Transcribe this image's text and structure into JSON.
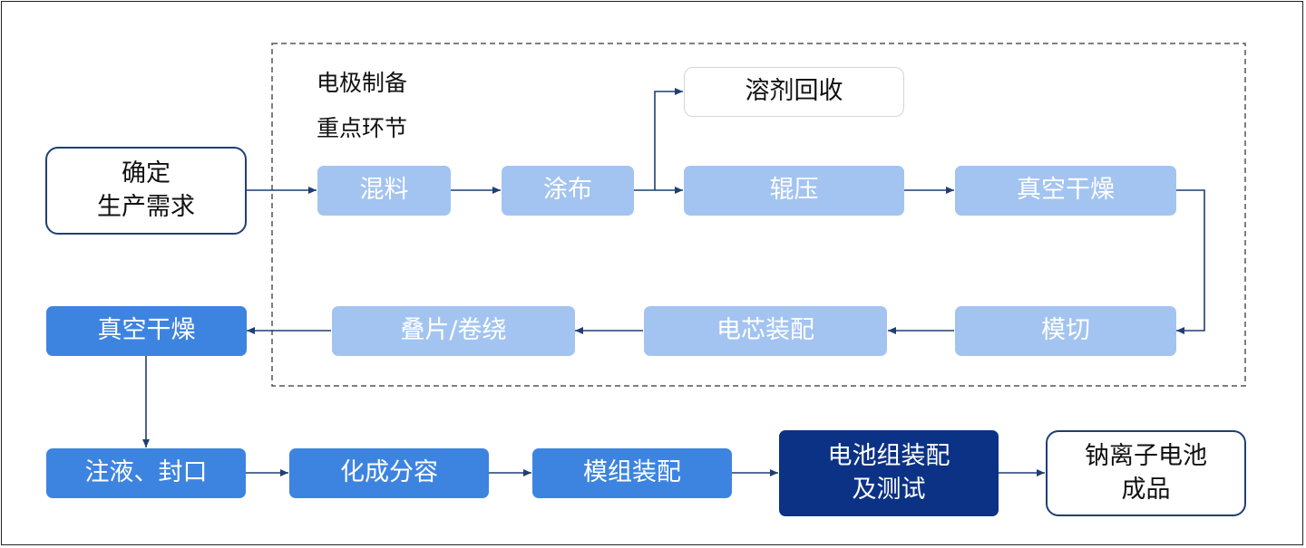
{
  "region": {
    "line1": "电极制备",
    "line2": "重点环节"
  },
  "nodes": {
    "determine_demand": {
      "line1": "确定",
      "line2": "生产需求"
    },
    "mixing": "混料",
    "coating": "涂布",
    "solvent_recovery": "溶剂回收",
    "rolling": "辊压",
    "vacuum_drying_1": "真空干燥",
    "die_cutting": "模切",
    "cell_assembly": "电芯装配",
    "stacking_winding": "叠片/卷绕",
    "vacuum_drying_2": "真空干燥",
    "injection_sealing": "注液、封口",
    "formation_grading": "化成分容",
    "module_assembly": "模组装配",
    "pack_assembly_test": {
      "line1": "电池组装配",
      "line2": "及测试"
    },
    "final_product": {
      "line1": "钠离子电池",
      "line2": "成品"
    }
  },
  "colors": {
    "light_step": "#a3c4f0",
    "main_step": "#3d84e1",
    "highlight_step": "#0c3285",
    "arrow": "#1f3f73",
    "dashed_border": "#555555"
  }
}
